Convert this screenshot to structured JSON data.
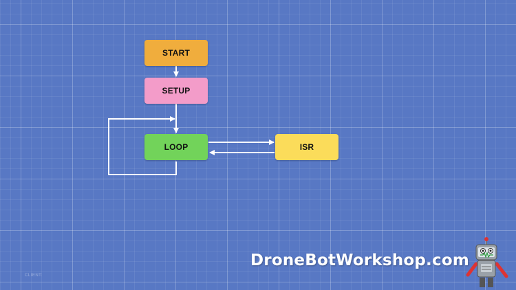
{
  "diagram": {
    "nodes": {
      "start": {
        "label": "START",
        "color": "#f0ad3d"
      },
      "setup": {
        "label": "SETUP",
        "color": "#f39cc9"
      },
      "loop": {
        "label": "LOOP",
        "color": "#72d35a"
      },
      "isr": {
        "label": "ISR",
        "color": "#fbdc5a"
      }
    },
    "edges": [
      {
        "from": "START",
        "to": "SETUP"
      },
      {
        "from": "SETUP",
        "to": "LOOP"
      },
      {
        "from": "LOOP",
        "to": "LOOP"
      },
      {
        "from": "LOOP",
        "to": "ISR"
      },
      {
        "from": "ISR",
        "to": "LOOP"
      }
    ],
    "connector_color": "#ffffff"
  },
  "branding": {
    "site": "DroneBotWorkshop.com",
    "faint_label": "CLIENT:",
    "logo_icon": "robot-icon"
  }
}
